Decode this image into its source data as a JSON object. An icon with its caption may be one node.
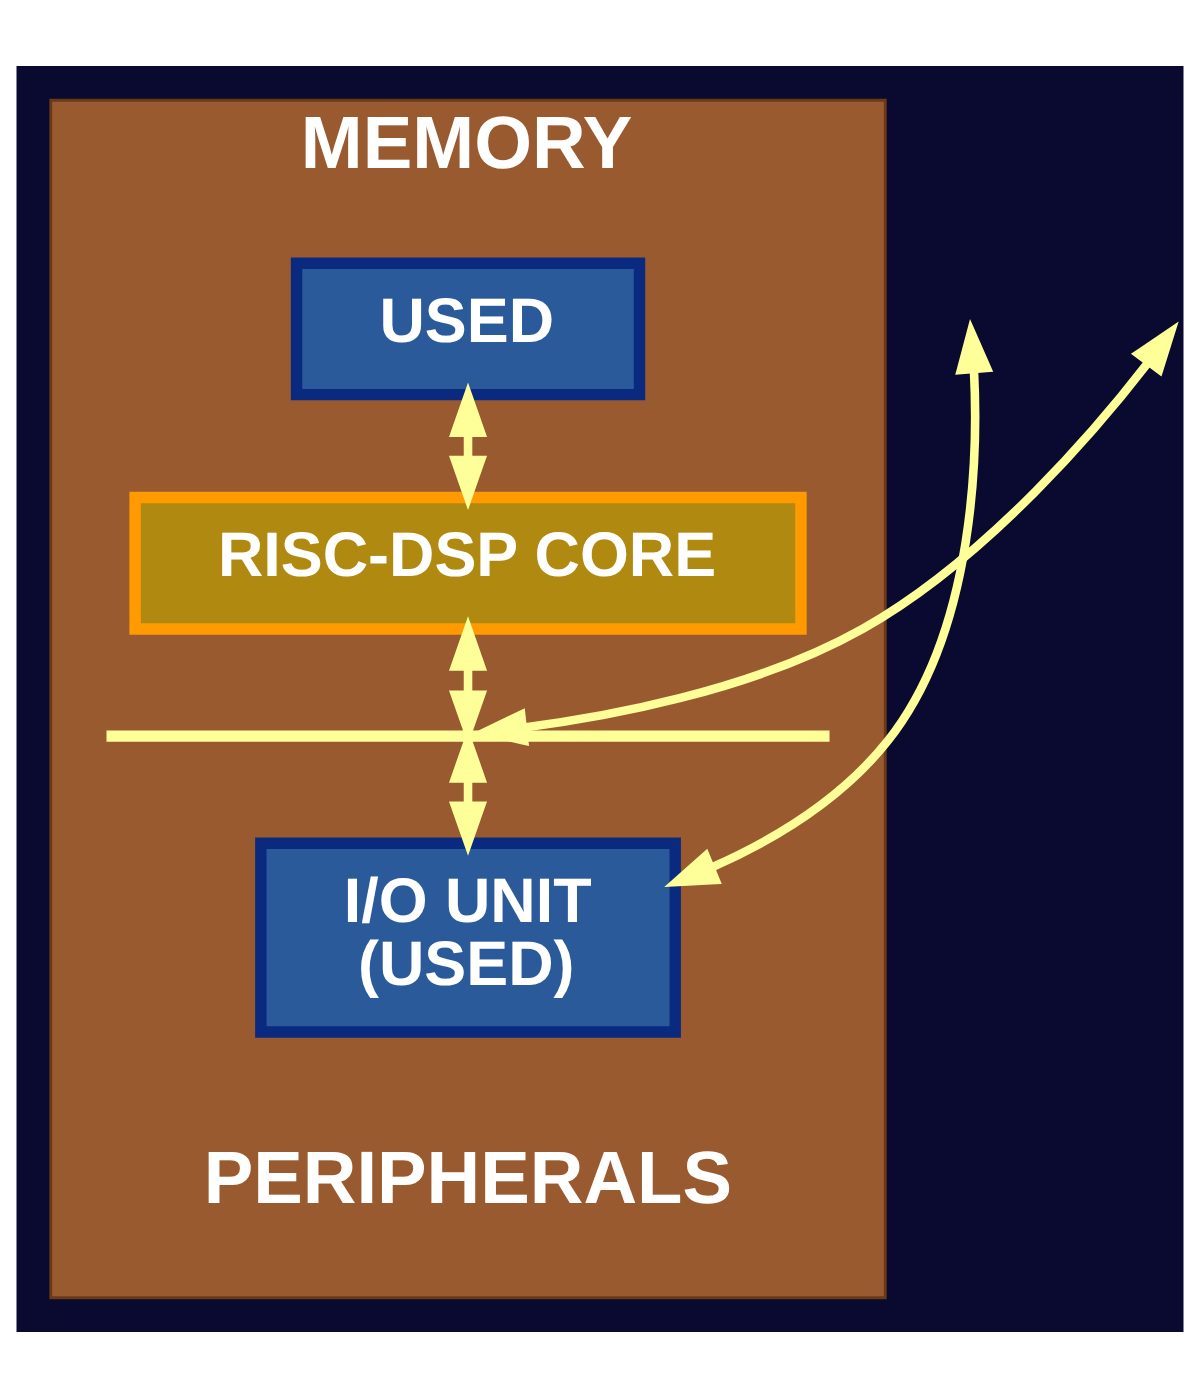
{
  "diagram": {
    "nodes": [
      {
        "text": [
          "MEMORY",
          "PERIPHERALS"
        ]
      },
      {
        "text": [
          "USED"
        ],
        "in": 0
      },
      {
        "text": [
          "RISC-DSP CORE"
        ],
        "in": 0
      },
      {
        "text": [],
        "shape": "bar",
        "in": 0
      },
      {
        "text": [
          "I/O UNIT",
          "(USED)"
        ],
        "in": 0
      }
    ],
    "edges": [
      {
        "from": 1,
        "to": 2,
        "arrow": "both"
      },
      {
        "from": 2,
        "to": 3,
        "arrow": "both"
      },
      {
        "from": 3,
        "to": 4,
        "arrow": "both"
      },
      {
        "from": null,
        "to": 3,
        "arrow": "both"
      },
      {
        "from": 4,
        "to": null,
        "arrow": "both"
      }
    ]
  }
}
